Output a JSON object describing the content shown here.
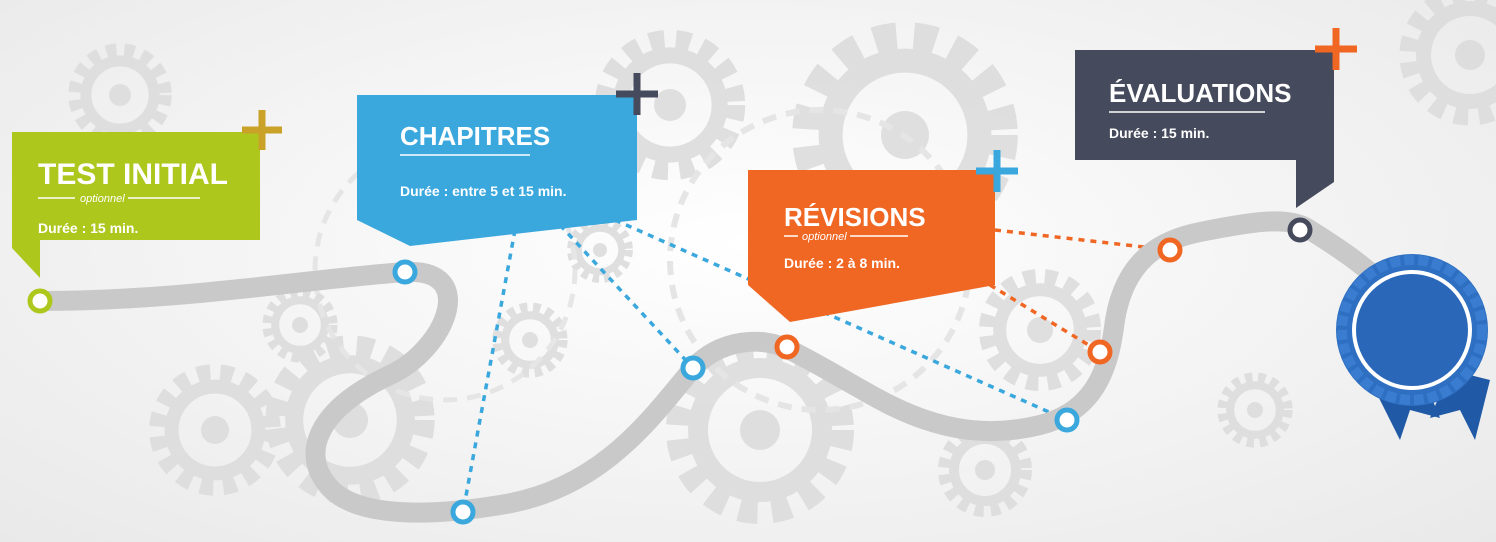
{
  "steps": {
    "test_initial": {
      "title": "TEST INITIAL",
      "subtitle": "optionnel",
      "duration": "Durée : 15 min.",
      "color": "#aec71c"
    },
    "chapitres": {
      "title": "CHAPITRES",
      "duration": "Durée : entre 5 et 15 min.",
      "color": "#3aa7dd"
    },
    "revisions": {
      "title": "RÉVISIONS",
      "subtitle": "optionnel",
      "duration": "Durée : 2 à 8 min.",
      "color": "#f06623"
    },
    "evaluations": {
      "title": "ÉVALUATIONS",
      "duration": "Durée : 15 min.",
      "color": "#454a5c"
    }
  },
  "colors": {
    "road": "#c9c9c9",
    "gear": "#dedede",
    "plus_green": "#c9a227",
    "plus_blue": "#3aa7dd",
    "plus_orange": "#f06623",
    "plus_dark": "#454a5c",
    "medal": "#2f6fc2",
    "medal_dark": "#2059a6"
  },
  "icons": [
    "plus-icon",
    "gear-icon",
    "medal-icon"
  ]
}
